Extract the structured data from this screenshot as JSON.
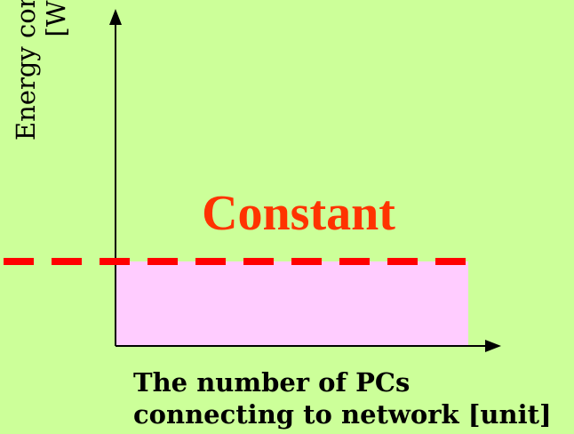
{
  "diagram": {
    "y_axis_label_line1": "Energy consumption",
    "y_axis_label_line2": "[Wh]",
    "x_axis_label_line1": "The number of PCs",
    "x_axis_label_line2": "connecting to network [unit]",
    "level_label": "Constant",
    "colors": {
      "background": "#ccff99",
      "fill_area": "#ffccff",
      "dashed_line": "#ff0000",
      "level_label": "#ff3300",
      "axis": "#000000"
    }
  }
}
